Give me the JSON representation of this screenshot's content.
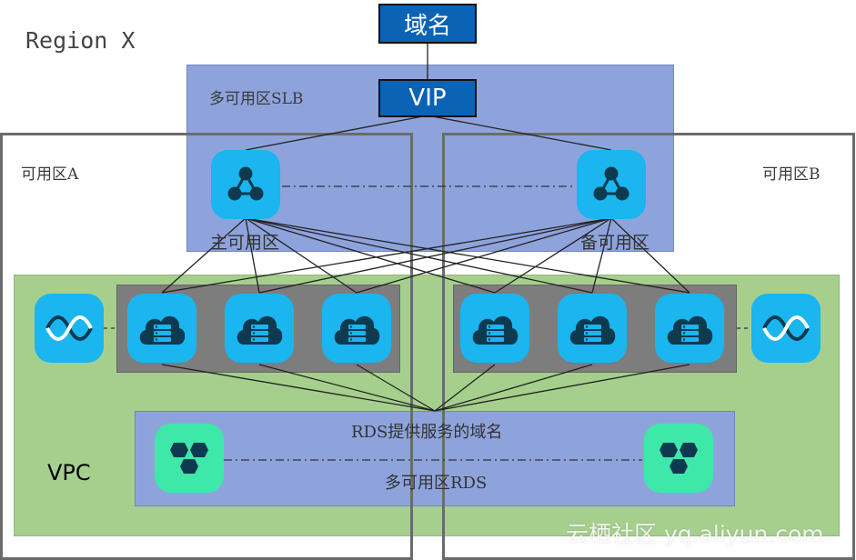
{
  "region_label": "Region X",
  "domain_box_label": "域名",
  "vip_label": "VIP",
  "slb_label": "多可用区SLB",
  "zone_a_label": "可用区A",
  "zone_b_label": "可用区B",
  "primary_zone_label": "主可用区",
  "standby_zone_label": "备可用区",
  "vpc_label": "VPC",
  "rds_domain_label": "RDS提供服务的域名",
  "rds_label": "多可用区RDS",
  "watermark": "云栖社区 yq.aliyun.com",
  "colors": {
    "slb_fill": "#8ea3dc",
    "vpc_fill": "#a6cf8e",
    "tile_blue": "#1bb5ef",
    "tile_green": "#3ee8a9",
    "box_blue": "#0b63b6",
    "icon_dark": "#0e3a50"
  },
  "icons": {
    "slb_node": "load-balancer-icon",
    "server": "cloud-server-icon",
    "nat": "wave-icon",
    "rds": "database-cluster-icon"
  }
}
